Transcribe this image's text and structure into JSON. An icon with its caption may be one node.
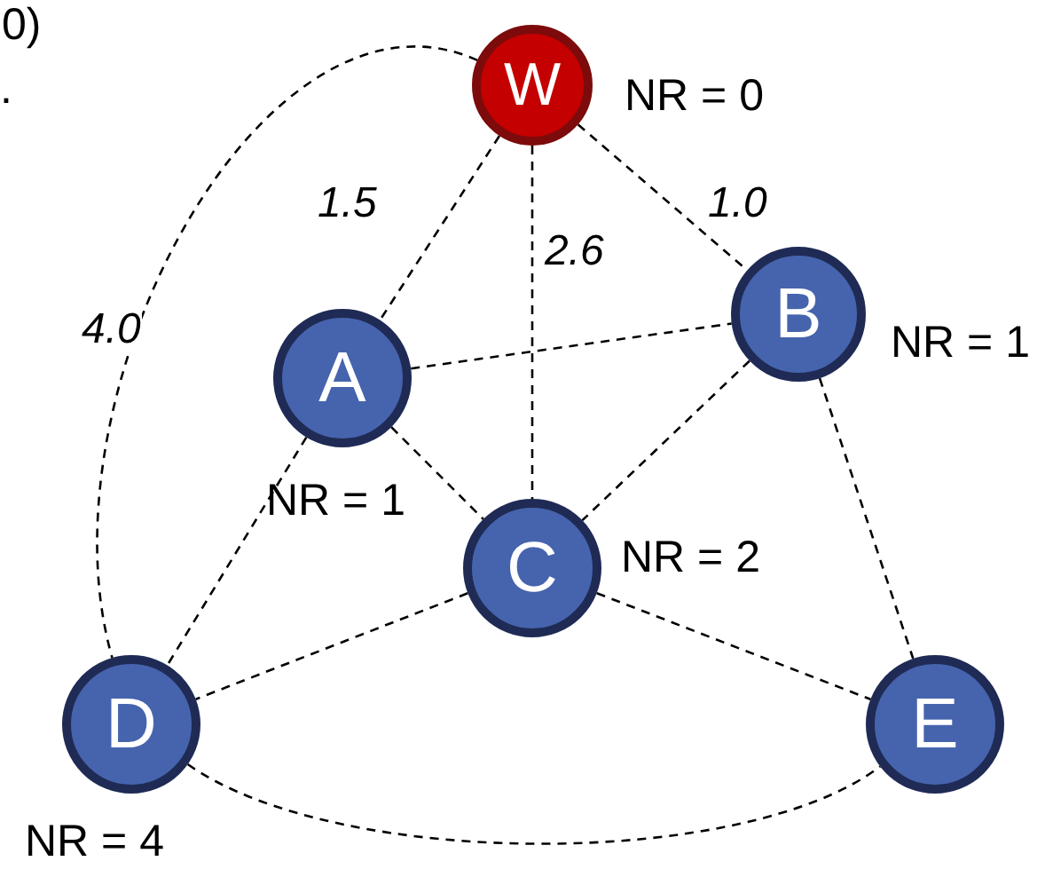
{
  "diagram": {
    "nodes": [
      {
        "text": [
          "W"
        ],
        "beside": [
          "NR = 0"
        ]
      },
      {
        "text": [
          "A"
        ],
        "beside": [
          "NR = 1"
        ]
      },
      {
        "text": [
          "B"
        ],
        "beside": [
          "NR = 1"
        ]
      },
      {
        "text": [
          "C"
        ],
        "beside": [
          "NR = 2"
        ]
      },
      {
        "text": [
          "D"
        ],
        "beside": [
          "NR = 4"
        ]
      },
      {
        "text": [
          "E"
        ]
      }
    ],
    "edges": [
      {
        "from": 0,
        "to": 1,
        "arrow": "none",
        "label": "1.5",
        "style": "dashed"
      },
      {
        "from": 0,
        "to": 3,
        "arrow": "none",
        "label": "2.6",
        "style": "dashed"
      },
      {
        "from": 0,
        "to": 2,
        "arrow": "none",
        "label": "1.0",
        "style": "dashed"
      },
      {
        "from": 0,
        "to": 4,
        "arrow": "none",
        "label": "4.0",
        "style": "dashed"
      },
      {
        "from": 1,
        "to": 2,
        "arrow": "none",
        "style": "dashed"
      },
      {
        "from": 1,
        "to": 3,
        "arrow": "none",
        "style": "dashed"
      },
      {
        "from": 1,
        "to": 4,
        "arrow": "none",
        "style": "dashed"
      },
      {
        "from": 2,
        "to": 3,
        "arrow": "none",
        "style": "dashed"
      },
      {
        "from": 2,
        "to": 5,
        "arrow": "none",
        "style": "dashed"
      },
      {
        "from": 3,
        "to": 4,
        "arrow": "none",
        "style": "dashed"
      },
      {
        "from": 3,
        "to": 5,
        "arrow": "none",
        "style": "dashed"
      },
      {
        "from": 4,
        "to": 5,
        "arrow": "none",
        "style": "dashed"
      }
    ],
    "labels": [
      "0)",
      "."
    ]
  }
}
